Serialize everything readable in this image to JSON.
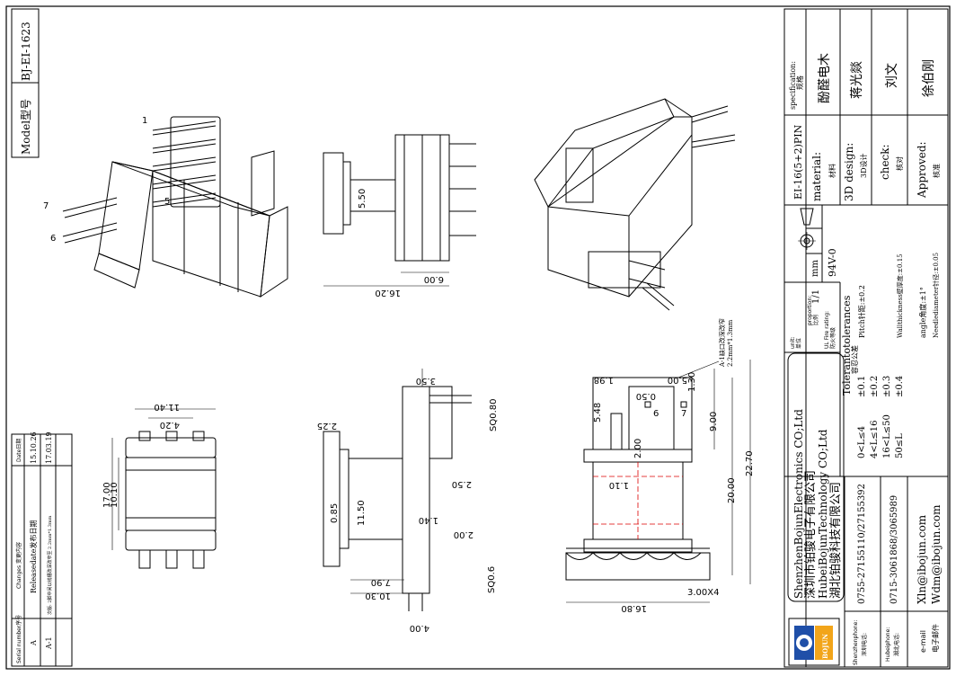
{
  "model": {
    "label": "Model型号",
    "value": "BJ-EI-1623"
  },
  "changes": {
    "header_serial": "Serial number序号",
    "header_changes": "Changes 变更内容",
    "header_date": "Date日期",
    "rows": [
      {
        "serial": "A",
        "change": "Releasedate发布日期",
        "date": "15.10.26"
      },
      {
        "serial": "A-1",
        "change": "次版: 2脚中间以线槽改深改窄至 2.2mm*1.3mm",
        "date": "17.03.19"
      }
    ]
  },
  "title_block": {
    "spec_label": "specification:",
    "spec_cn": "规格",
    "spec_value": "EI-16(5+2)PIN",
    "material_label": "material:",
    "material_cn": "材料",
    "material_value": "酚醛电木",
    "design_label": "3D design:",
    "design_cn": "3D设计",
    "design_value": "蒋光燚",
    "check_label": "check:",
    "check_cn": "核对",
    "check_value": "刘文",
    "approved_label": "Approved:",
    "approved_cn": "核准",
    "approved_value": "徐伯刚",
    "unit_label": "unit:",
    "unit_cn": "单位",
    "unit_value": "mm",
    "proportion_label": "proportion:",
    "proportion_cn": "比例",
    "proportion_value": "1/1",
    "fire_label": "UL Fire rating:",
    "fire_cn": "防火等级",
    "fire_value": "94V-0",
    "tolerances_title": "Tolerantotolerances",
    "tolerances_cn": "容忍公差",
    "tolerance_rows": [
      {
        "range": "0<L≤4",
        "tol": "±0.1"
      },
      {
        "range": "4<L≤16",
        "tol": "±0.2"
      },
      {
        "range": "16<L≤50",
        "tol": "±0.3"
      },
      {
        "range": "50≤L",
        "tol": "±0.4"
      }
    ],
    "pitch": "Pitch针距:±0.2",
    "wall": "Wallthickness壁厚度:±0.15",
    "angle": "angle角度:±1°",
    "needle": "Needlediameter针径:±0.05",
    "company_lines": [
      "ShenzhenBojunElectronics CO;Ltd",
      "深圳市铂骏电子有限公司",
      "HubeiBojunTechnology CO;Ltd",
      "湖北铂骏科技有限公司"
    ],
    "logo_text": "BOJUN",
    "sz_phone_label": "Shenzhenphone:",
    "sz_phone_cn": "深圳电话:",
    "sz_phone": "0755-27155110/27155392",
    "hb_phone_label": "Hubeiphone:",
    "hb_phone_cn": "湖北电话:",
    "hb_phone": "0715-3061868/3065989",
    "email_label": "e-mail",
    "email_cn": "电子邮件",
    "emails": [
      "Xln@ibojun.com",
      "Wdm@ibojun.com"
    ]
  },
  "dimensions": {
    "d1": "16.20",
    "d2": "6.00",
    "d3": "5.50",
    "d4": "11.40",
    "d5": "4.20",
    "d6": "17.00",
    "d7": "10.10",
    "d8": "3.50",
    "d9": "2.25",
    "d10": "SQ0.80",
    "d11": "2.50",
    "d12": "11.50",
    "d13": "0.85",
    "d14": "1.40",
    "d15": "2.00",
    "d16": "SQ0.6",
    "d17": "7.90",
    "d18": "10.30",
    "d19": "4.00",
    "d20": "1.98",
    "d21": "5.00",
    "d22": "1.30",
    "d23": "0.50",
    "d24": "5.48",
    "d25": "2.00",
    "d26": "9.00",
    "d27": "1.10",
    "d28": "20.00",
    "d29": "22.70",
    "d30": "3.00X4",
    "d31": "16.80",
    "pin_labels": [
      "1",
      "5",
      "7",
      "6"
    ],
    "pin_labels_front": [
      "6",
      "7"
    ],
    "note": "A-1缺口改深改窄",
    "note2": "2.2mm*1.3mm"
  }
}
